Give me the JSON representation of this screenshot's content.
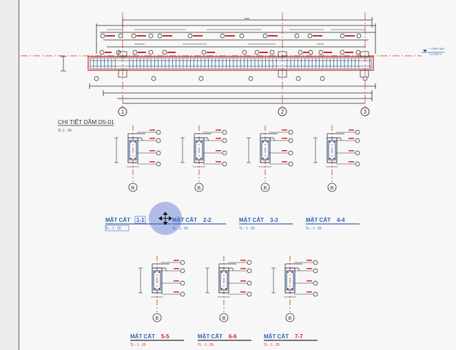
{
  "drawing": {
    "level_tag": "+ TẦNG MÁI",
    "level_value": "+12.300 m",
    "beam_title": "CHI TIẾT DẦM D5-01",
    "beam_scale": "TL.1 : 35",
    "gridlines": [
      "1",
      "2",
      "3"
    ],
    "section_tag": "B",
    "sections": [
      {
        "label": "MẶT CẮT",
        "id": "1-1",
        "scale": "TL - 1 : 25",
        "selected": true
      },
      {
        "label": "MẶT CẮT",
        "id": "2-2",
        "scale": "TL - 1 : 25",
        "selected": false
      },
      {
        "label": "MẶT CẮT",
        "id": "3-3",
        "scale": "TL - 1 : 25",
        "selected": false
      },
      {
        "label": "MẶT CẮT",
        "id": "4-4",
        "scale": "TL - 1 : 25",
        "selected": false
      },
      {
        "label": "MẶT CẮT",
        "id": "5-5",
        "scale": "TL - 1 : 25",
        "selected": false
      },
      {
        "label": "MẶT CẮT",
        "id": "6-6",
        "scale": "TL - 1 : 25",
        "selected": false
      },
      {
        "label": "MẶT CẮT",
        "id": "7-7",
        "scale": "TL - 1 : 25",
        "selected": false
      }
    ],
    "colors": {
      "paper": "#f7f7f7",
      "line": "#222222",
      "red": "#d42020",
      "blue": "#2f5fb0",
      "highlight": "#3d5ccc"
    }
  }
}
